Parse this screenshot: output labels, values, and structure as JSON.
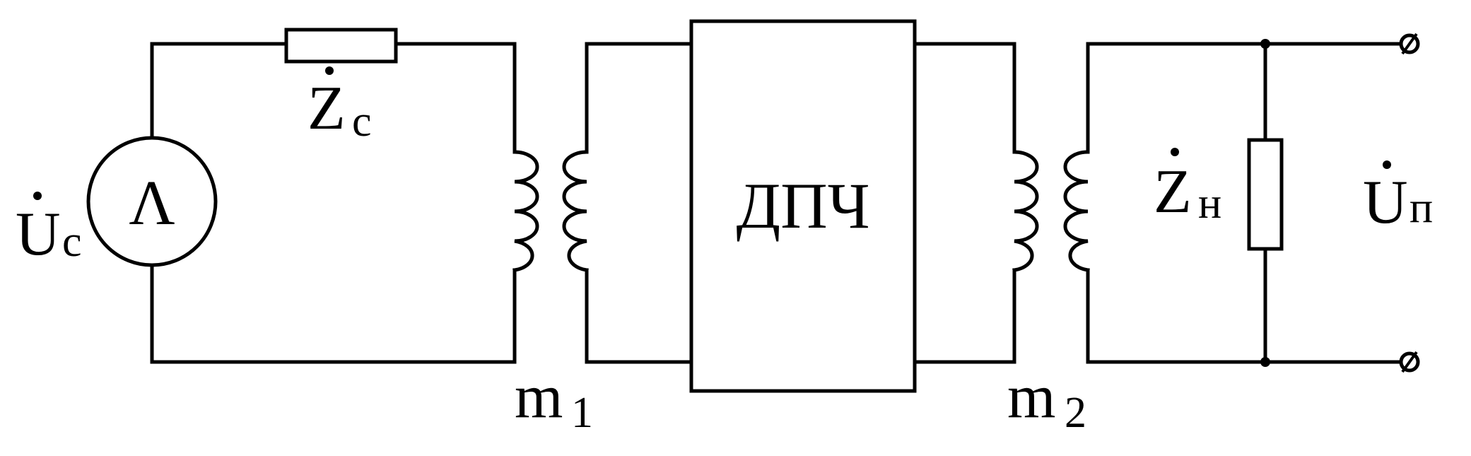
{
  "labels": {
    "source_voltage": {
      "main": "U",
      "sub": "c"
    },
    "source_impedance": {
      "main": "Z",
      "sub": "c"
    },
    "transformer_1": {
      "main": "m",
      "sub": "1"
    },
    "block": "ДПЧ",
    "transformer_2": {
      "main": "m",
      "sub": "2"
    },
    "load_impedance": {
      "main": "Z",
      "sub": "н"
    },
    "output_voltage": {
      "main": "U",
      "sub": "п"
    }
  },
  "source_symbol": "Λ",
  "colors": {
    "line": "#000000",
    "background": "#ffffff"
  }
}
